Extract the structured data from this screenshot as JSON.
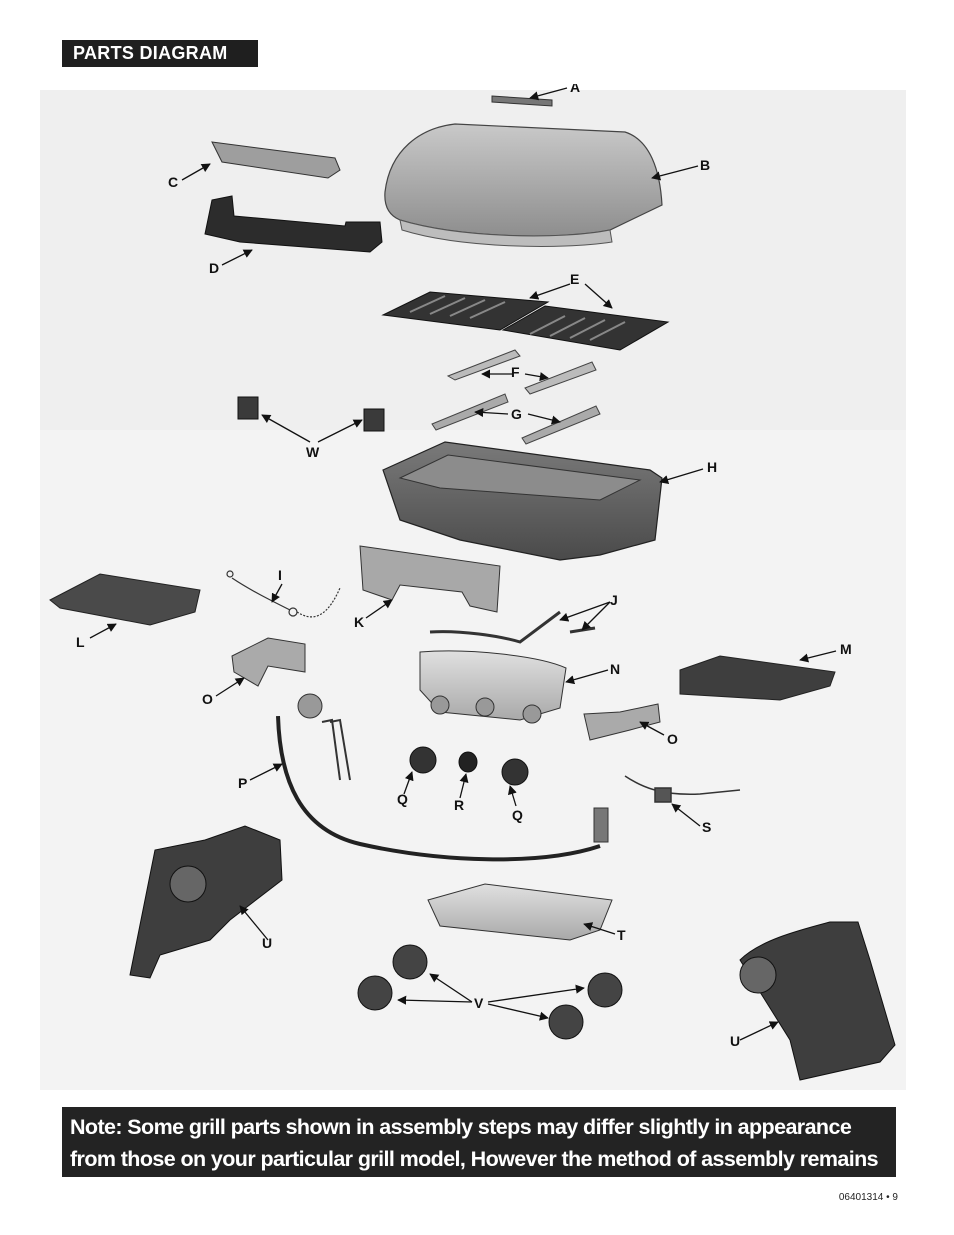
{
  "header": {
    "title": "PARTS DIAGRAM"
  },
  "parts": {
    "labels": [
      "A",
      "B",
      "C",
      "D",
      "E",
      "F",
      "G",
      "H",
      "I",
      "J",
      "K",
      "L",
      "M",
      "N",
      "O",
      "O",
      "P",
      "Q",
      "Q",
      "R",
      "S",
      "T",
      "U",
      "U",
      "V",
      "W"
    ]
  },
  "note": {
    "text": "Note: Some grill parts shown in assembly steps may differ slightly in appearance from those on your particular grill model, However the method of assembly remains the same."
  },
  "footer": {
    "page": "06401314 • 9"
  },
  "colors": {
    "bar": "#1f1f1f",
    "note_bg": "#232323",
    "part_gray": "#9a9a9a",
    "part_dark": "#3c3c3c"
  }
}
